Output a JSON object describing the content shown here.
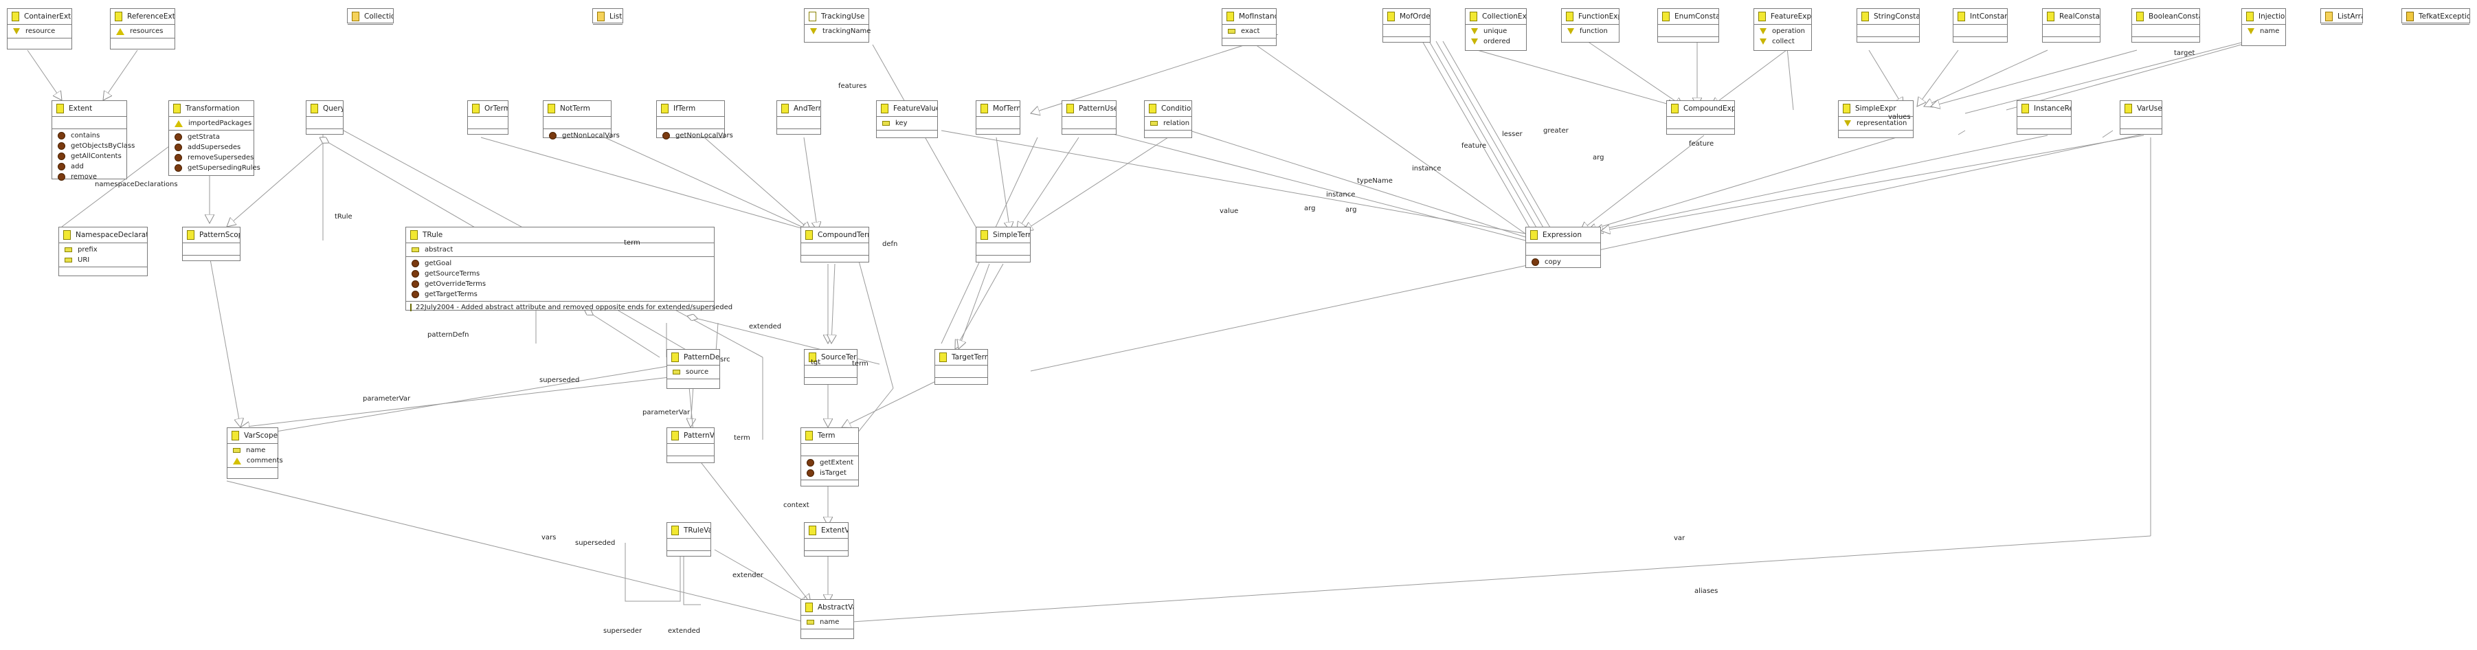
{
  "classes": {
    "ContainerExtent": {
      "name": "ContainerExtent",
      "refs": [
        "resource"
      ]
    },
    "ReferenceExtent": {
      "name": "ReferenceExtent",
      "refs": [
        "resources"
      ]
    },
    "Collection": {
      "name": "Collection"
    },
    "List": {
      "name": "List"
    },
    "TrackingUse": {
      "name": "TrackingUse",
      "refs": [
        "trackingName"
      ]
    },
    "MofInstance": {
      "name": "MofInstance",
      "attrs": [
        "exact"
      ]
    },
    "MofOrder": {
      "name": "MofOrder"
    },
    "CollectionExpr": {
      "name": "CollectionExpr",
      "refs": [
        "unique",
        "ordered"
      ]
    },
    "FunctionExpr": {
      "name": "FunctionExpr",
      "refs": [
        "function"
      ]
    },
    "EnumConstant": {
      "name": "EnumConstant"
    },
    "FeatureExpr": {
      "name": "FeatureExpr",
      "refs": [
        "operation",
        "collect"
      ]
    },
    "StringConstant": {
      "name": "StringConstant"
    },
    "IntConstant": {
      "name": "IntConstant"
    },
    "RealConstant": {
      "name": "RealConstant"
    },
    "BooleanConstant": {
      "name": "BooleanConstant"
    },
    "Injection": {
      "name": "Injection",
      "refs": [
        "name"
      ]
    },
    "ListArray": {
      "name": "ListArray"
    },
    "TefkatException": {
      "name": "TefkatException"
    },
    "Extent": {
      "name": "Extent",
      "ops": [
        "contains",
        "getObjectsByClass",
        "getAllContents",
        "add",
        "remove"
      ]
    },
    "Transformation": {
      "name": "Transformation",
      "conts": [
        "importedPackages"
      ],
      "ops": [
        "getStrata",
        "addSupersedes",
        "removeSupersedes",
        "getSupersedingRules"
      ]
    },
    "Query": {
      "name": "Query"
    },
    "OrTerm": {
      "name": "OrTerm"
    },
    "NotTerm": {
      "name": "NotTerm",
      "ops": [
        "getNonLocalVars"
      ]
    },
    "IfTerm": {
      "name": "IfTerm",
      "ops": [
        "getNonLocalVars"
      ]
    },
    "AndTerm": {
      "name": "AndTerm"
    },
    "FeatureValuePair": {
      "name": "FeatureValuePair",
      "attrs": [
        "key"
      ]
    },
    "MofTerm": {
      "name": "MofTerm"
    },
    "PatternUse": {
      "name": "PatternUse"
    },
    "Condition": {
      "name": "Condition",
      "attrs": [
        "relation"
      ]
    },
    "CompoundExpr": {
      "name": "CompoundExpr"
    },
    "SimpleExpr": {
      "name": "SimpleExpr",
      "refs": [
        "representation"
      ]
    },
    "InstanceRef": {
      "name": "InstanceRef"
    },
    "VarUse": {
      "name": "VarUse"
    },
    "NamespaceDeclaration": {
      "name": "NamespaceDeclaration",
      "attrs": [
        "prefix",
        "URI"
      ]
    },
    "PatternScope": {
      "name": "PatternScope"
    },
    "TRule": {
      "name": "TRule",
      "attrs": [
        "abstract"
      ],
      "ops": [
        "getGoal",
        "getSourceTerms",
        "getOverrideTerms",
        "getTargetTerms"
      ],
      "note": "22July2004 - Added abstract attribute and removed opposite ends for extended/superseded"
    },
    "CompoundTerm": {
      "name": "CompoundTerm"
    },
    "SimpleTerm": {
      "name": "SimpleTerm"
    },
    "Expression": {
      "name": "Expression",
      "ops": [
        "copy"
      ]
    },
    "PatternDefn": {
      "name": "PatternDefn",
      "attrs": [
        "source"
      ]
    },
    "SourceTerm": {
      "name": "SourceTerm"
    },
    "TargetTerm": {
      "name": "TargetTerm"
    },
    "VarScope": {
      "name": "VarScope",
      "attrs": [
        "name"
      ],
      "conts": [
        "comments"
      ]
    },
    "PatternVar": {
      "name": "PatternVar"
    },
    "Term": {
      "name": "Term",
      "ops": [
        "getExtent",
        "isTarget"
      ]
    },
    "ExtentVar": {
      "name": "ExtentVar"
    },
    "TRuleVar": {
      "name": "TRuleVar"
    },
    "AbstractVar": {
      "name": "AbstractVar",
      "attrs": [
        "name"
      ]
    }
  },
  "edge_labels": [
    "namespaceDeclarations",
    "tRule",
    "term",
    "patternDefn",
    "superseded",
    "parameterVar",
    "parameterVar",
    "term",
    "extended",
    "src",
    "tgt",
    "term",
    "defn",
    "features",
    "instance",
    "typeName",
    "instance",
    "value",
    "arg",
    "arg",
    "feature",
    "lesser",
    "greater",
    "arg",
    "feature",
    "target",
    "values",
    "context",
    "vars",
    "superseded",
    "extender",
    "superseder",
    "extended",
    "var",
    "aliases"
  ]
}
